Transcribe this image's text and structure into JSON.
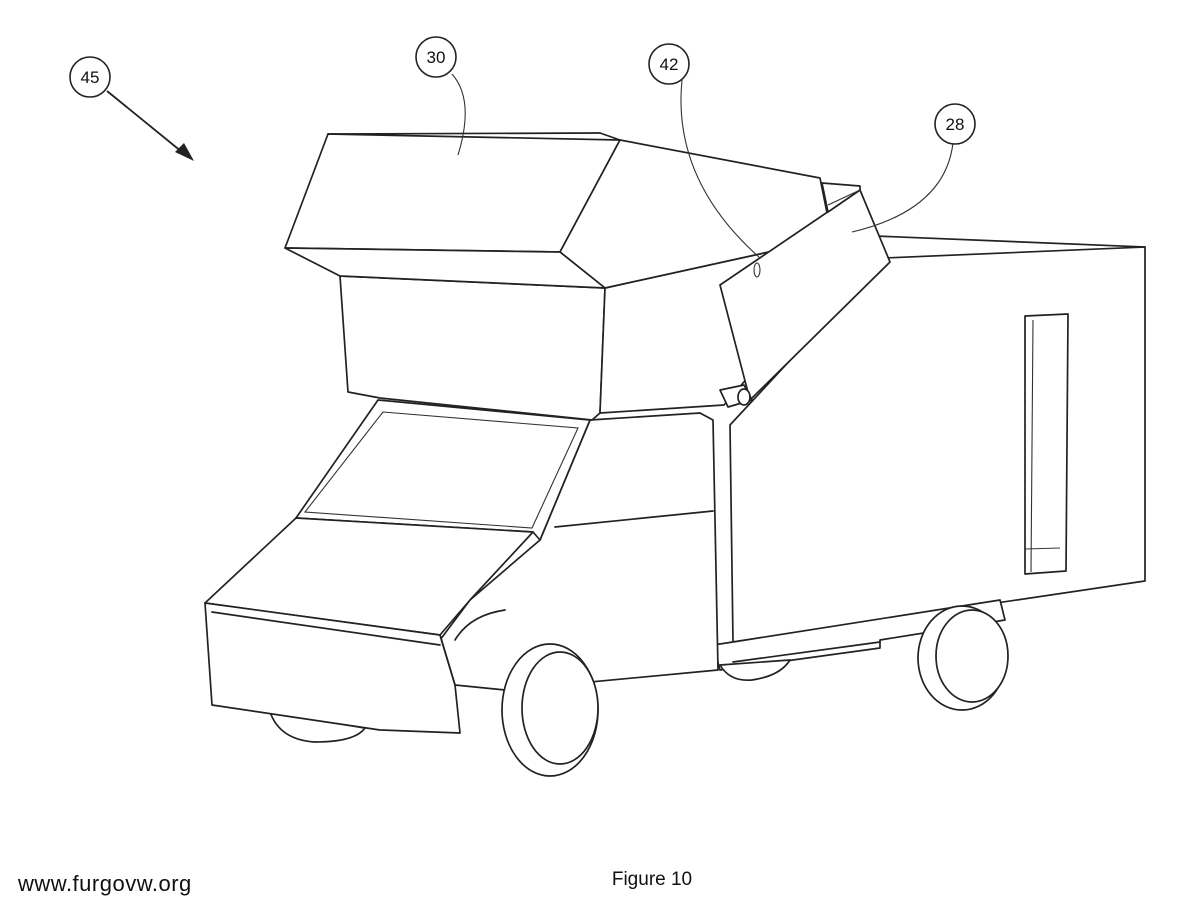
{
  "callouts": {
    "c45": "45",
    "c30": "30",
    "c42": "42",
    "c28": "28"
  },
  "caption": "Figure 10",
  "watermark": "www.furgovw.org"
}
